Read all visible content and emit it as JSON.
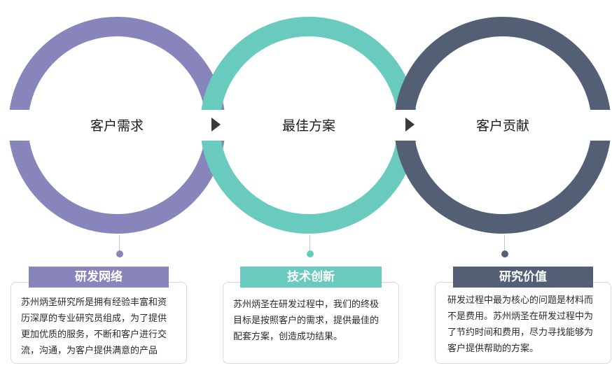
{
  "colors": {
    "purple": "#8884bc",
    "teal": "#69cbbd",
    "slate": "#525f75",
    "arrow": "#3a3a3a"
  },
  "steps": [
    {
      "title": "客户需求",
      "color": "#8884bc"
    },
    {
      "title": "最佳方案",
      "color": "#69cbbd"
    },
    {
      "title": "客户贡献",
      "color": "#525f75"
    }
  ],
  "arrows": [
    "arrow-right-icon",
    "arrow-right-icon"
  ],
  "cards": [
    {
      "heading": "研发网络",
      "lines": [
        "苏州炳圣研究所是拥有经验丰富和资",
        "历深厚的专业研究员组成，为了提供",
        "更加优质的服务，不断和客户进行交",
        "流，沟通，为客户提供满意的产品"
      ]
    },
    {
      "heading": "技术创新",
      "lines": [
        "苏州炳圣在研发过程中，我们的终极",
        "目标是按照客户的需求，提供最佳的",
        "配套方案，创造成功结果。"
      ]
    },
    {
      "heading": "研究价值",
      "lines": [
        "研发过程中最为核心的问题是材料而",
        "不是费用。苏州炳圣在研发过程中为",
        "了节约时间和费用，尽力寻找能够为",
        "客户提供帮助的方案。"
      ]
    }
  ]
}
